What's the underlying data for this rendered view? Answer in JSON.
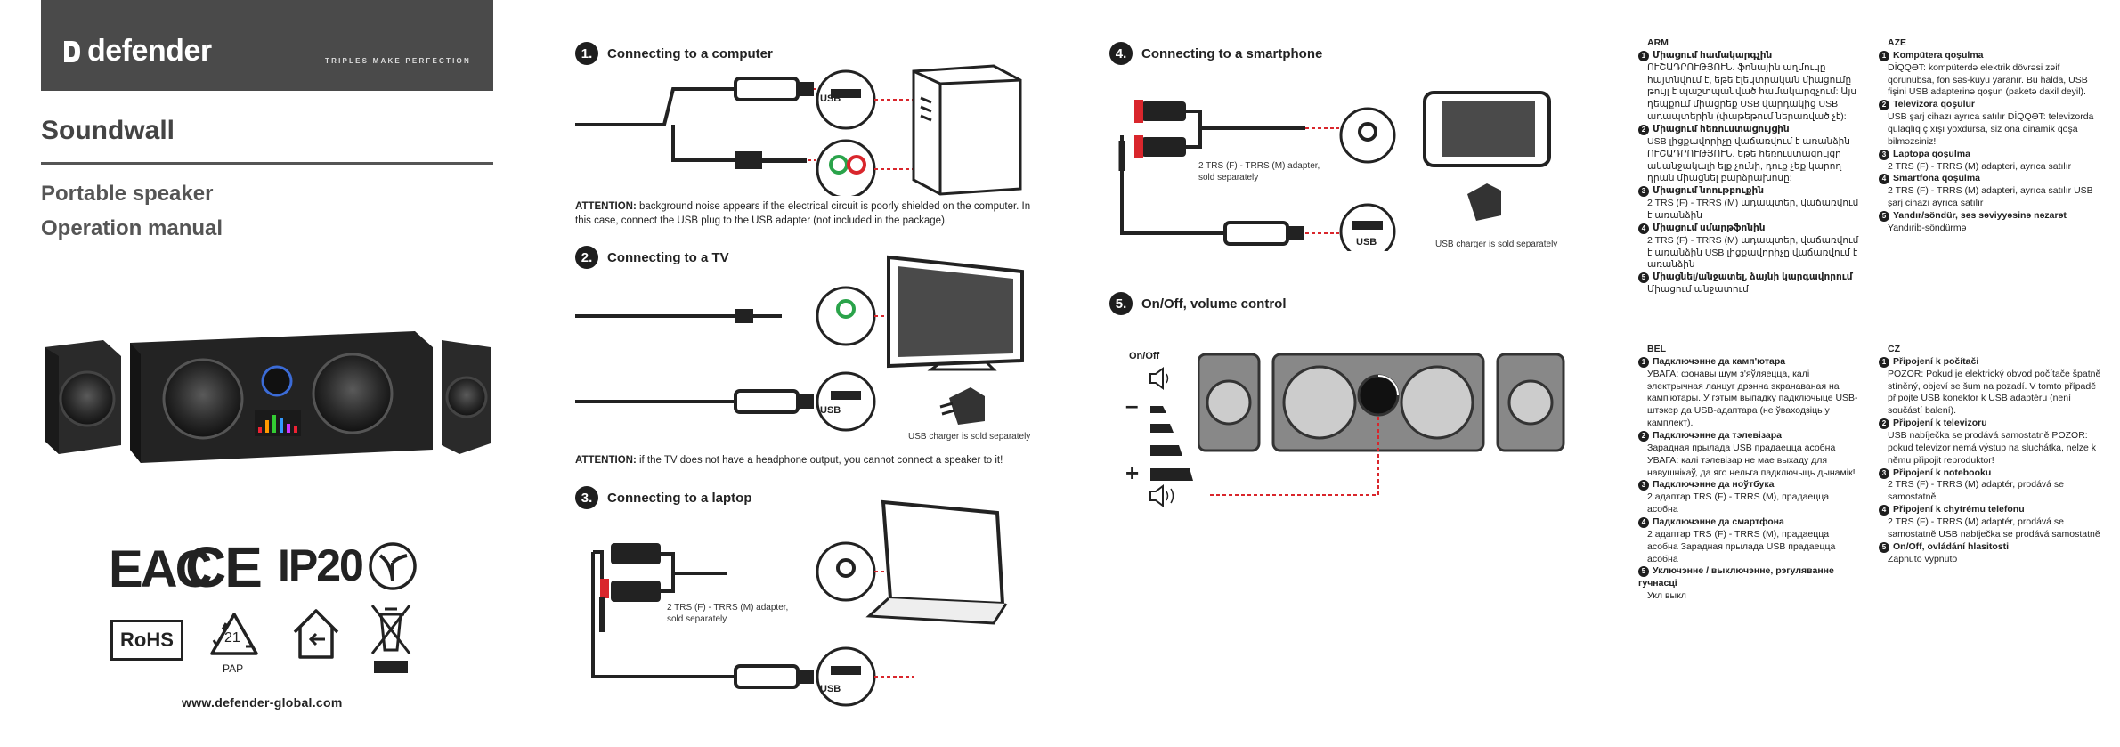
{
  "cover": {
    "brand": "defender",
    "tagline": "TRIPLES MAKE PERFECTION",
    "product": "Soundwall",
    "subtitle1": "Portable speaker",
    "subtitle2": "Operation manual",
    "certs": [
      "EAC",
      "CE",
      "IP20"
    ],
    "rohs": "RoHS",
    "recycle_number": "21",
    "recycle_code": "PAP",
    "website": "www.defender-global.com"
  },
  "sections": [
    {
      "num": "1.",
      "title": "Connecting to a computer"
    },
    {
      "num": "2.",
      "title": "Connecting to a TV"
    },
    {
      "num": "3.",
      "title": "Connecting to a laptop"
    },
    {
      "num": "4.",
      "title": "Connecting to a smartphone"
    },
    {
      "num": "5.",
      "title": "On/Off, volume control"
    }
  ],
  "notes": {
    "computer_label": "ATTENTION:",
    "computer_text": " background noise appears if the electrical circuit is poorly shielded on the computer. In this case, connect the USB plug to the USB adapter (not included in the package).",
    "tv_label": "ATTENTION:",
    "tv_text": " if the TV does not have a headphone output, you cannot connect a speaker to it!",
    "usb_charger": "USB charger is sold separately",
    "adapter": "2 TRS (F) - TRRS (M) adapter, sold separately",
    "usb": "USB",
    "onoff": "On/Off",
    "minus": "–",
    "plus": "+"
  },
  "colors": {
    "dark": "#1e1e1e",
    "accent_red": "#d9262c",
    "accent_green": "#2aa34a",
    "cover_bar": "#4a4a4a"
  },
  "languages": [
    {
      "code": "ARM",
      "items": [
        {
          "n": "1",
          "head": "Միացում համակարգչին",
          "body": "ՈՒՇԱԴՐՈՒԹՅՈՒՆ. ֆոնային աղմուկը հայտնվում է, եթե էլեկտրական միացումը թույլ է պաշտպանված համակարգչում: Այս դեպքում միացրեք USB վարդակից USB ադապտերին (փաթեթում ներառված չէ):"
        },
        {
          "n": "2",
          "head": "Միացում հեռուստացույցին",
          "body": "USB լիցքավորիչը վաճառվում է առանձին ՈՒՇԱԴՐՈՒԹՅՈՒՆ. եթե հեռուստացույցը ականջակալի ելք չունի, դուք չեք կարող դրան միացնել բարձրախոսը:"
        },
        {
          "n": "3",
          "head": "Միացում նոութբուքին",
          "body": "2 TRS (F) - TRRS (M) ադապտեր, վաճառվում է առանձին"
        },
        {
          "n": "4",
          "head": "Միացում սմարթֆոնին",
          "body": "2 TRS (F) - TRRS (M) ադապտեր, վաճառվում է առանձին USB լիցքավորիչը վաճառվում է առանձին"
        },
        {
          "n": "5",
          "head": "Միացնել/անջատել, ձայնի կարգավորում",
          "body": "Միացում անջատում"
        }
      ]
    },
    {
      "code": "AZE",
      "items": [
        {
          "n": "1",
          "head": "Kompütera qoşulma",
          "body": "DİQQƏT: kompüterdə elektrik dövrəsi zəif qorunubsa, fon səs-küyü yaranır. Bu halda, USB fişini USB adapterinə qoşun (paketə daxil deyil)."
        },
        {
          "n": "2",
          "head": "Televizora qoşulur",
          "body": "USB şarj cihazı ayrıca satılır DİQQƏT: televizorda qulaqlıq çıxışı yoxdursa, siz ona dinamik qoşa bilməzsiniz!"
        },
        {
          "n": "3",
          "head": "Laptopa qoşulma",
          "body": "2 TRS (F) - TRRS (M) adapteri, ayrıca satılır"
        },
        {
          "n": "4",
          "head": "Smartfona qoşulma",
          "body": "2 TRS (F) - TRRS (M) adapteri, ayrıca satılır USB şarj cihazı ayrıca satılır"
        },
        {
          "n": "5",
          "head": "Yandır/söndür, səs səviyyəsinə nəzarət",
          "body": "Yandırib-söndürmə"
        }
      ]
    },
    {
      "code": "BEL",
      "items": [
        {
          "n": "1",
          "head": "Падключэнне да камп'ютара",
          "body": "УВАГА: фонавы шум з'яўляецца, калі электрычная ланцуг дрэнна экранаваная на камп'ютары. У гэтым выпадку падключыце USB-штэкер да USB-адаптара (не ўваходзіць у камплект)."
        },
        {
          "n": "2",
          "head": "Падключэнне да тэлевізара",
          "body": "Зарадная прылада USB прадаецца асобна УВАГА: калі тэлевізар не мае выхаду для навушнікаў, да яго нельга падключыць дынамік!"
        },
        {
          "n": "3",
          "head": "Падключэнне да ноўтбука",
          "body": "2 адаптар TRS (F) - TRRS (M), прадаецца асобна"
        },
        {
          "n": "4",
          "head": "Падключэнне да смартфона",
          "body": "2 адаптар TRS (F) - TRRS (M), прадаецца асобна Зарадная прылада USB прадаецца асобна"
        },
        {
          "n": "5",
          "head": "Уключэнне / выключэнне, рэгуляванне гучнасці",
          "body": "Укл выкл"
        }
      ]
    },
    {
      "code": "CZ",
      "items": [
        {
          "n": "1",
          "head": "Připojení k počítači",
          "body": "POZOR: Pokud je elektrický obvod počítače špatně stíněný, objeví se šum na pozadí. V tomto případě připojte USB konektor k USB adaptéru (není součástí balení)."
        },
        {
          "n": "2",
          "head": "Připojení k televizoru",
          "body": "USB nabíječka se prodává samostatně POZOR: pokud televizor nemá výstup na sluchátka, nelze k němu připojit reproduktor!"
        },
        {
          "n": "3",
          "head": "Připojení k notebooku",
          "body": "2 TRS (F) - TRRS (M) adaptér, prodává se samostatně"
        },
        {
          "n": "4",
          "head": "Připojení k chytrému telefonu",
          "body": "2 TRS (F) - TRRS (M) adaptér, prodává se samostatně USB nabíječka se prodává samostatně"
        },
        {
          "n": "5",
          "head": "On/Off, ovládání hlasitosti",
          "body": "Zapnuto vypnuto"
        }
      ]
    }
  ]
}
